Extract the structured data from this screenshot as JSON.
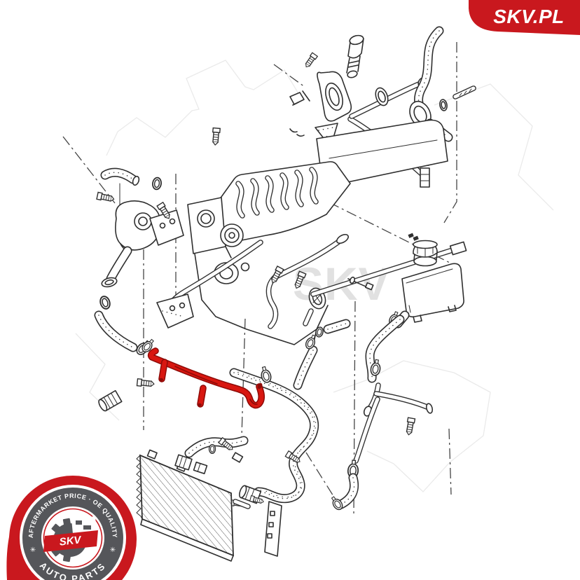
{
  "brand": {
    "banner_text": "SKV.PL"
  },
  "badge": {
    "arc_top": "AFTERMARKET PRICE · OE QUALITY",
    "arc_bottom": "AUTO PARTS",
    "logo_text": "SKV",
    "star": "✳"
  },
  "watermark": {
    "text": "SKV"
  },
  "colors": {
    "brand_red": "#C9181E",
    "part_highlight_red": "#D81710",
    "line_dark": "#2F2F2F",
    "badge_gray": "#55565A",
    "watermark_gray": "#E7E7E7"
  },
  "diagram": {
    "type": "exploded-parts-line-drawing",
    "subject": "engine cooling system hoses",
    "highlighted_part": "coolant-hose",
    "parts": [
      "sensor-plug",
      "thermostat-housing",
      "breather-hose",
      "check-valve",
      "valve-cover",
      "intake-manifold",
      "pulley",
      "auxiliary-water-pump",
      "mounting-bracket",
      "gasket",
      "coolant-pipe",
      "highlighted-coolant-hose",
      "hose-clamp",
      "o-ring",
      "radiator",
      "radiator-side-frame",
      "expansion-tank",
      "expansion-tank-cap",
      "y-branch-pipe",
      "lower-coolant-hose",
      "bolt"
    ]
  }
}
